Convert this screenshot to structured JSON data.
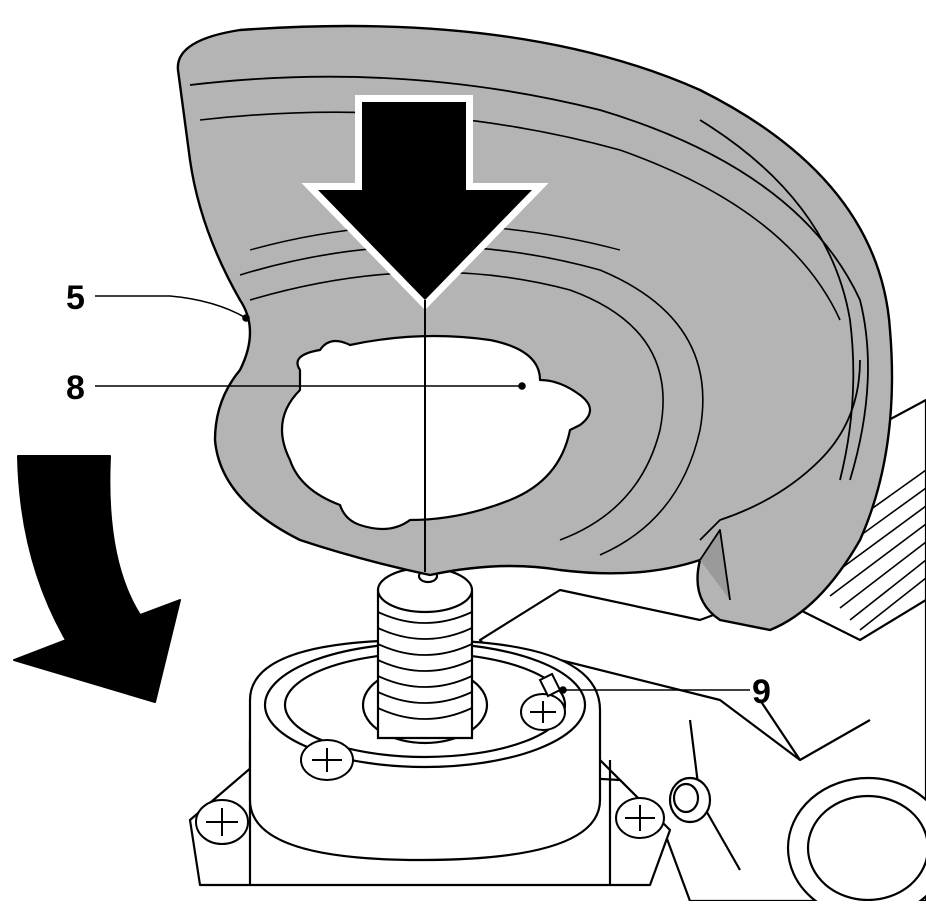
{
  "callouts": {
    "c5": "5",
    "c8": "8",
    "c9": "9"
  },
  "icons": {
    "push_arrow": "arrow-down-icon",
    "rotate_arrow": "curved-arrow-icon"
  },
  "colors": {
    "guard_fill": "#b4b4b4",
    "guard_shade": "#9a9a9a",
    "line": "#000000",
    "paper": "#ffffff",
    "housing": "#ffffff"
  }
}
